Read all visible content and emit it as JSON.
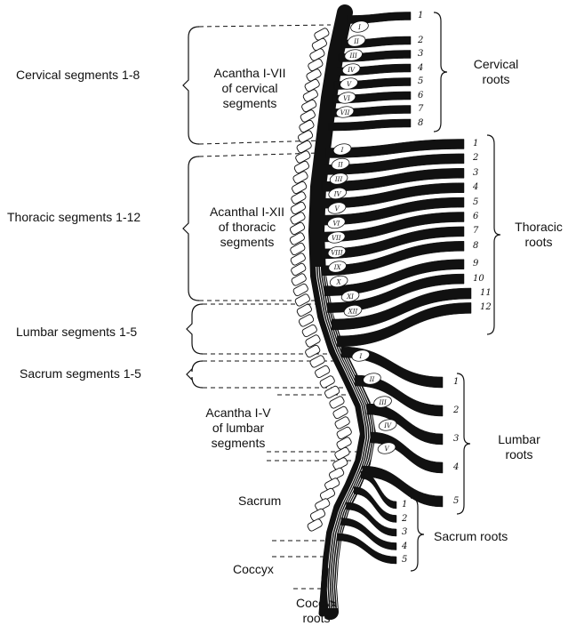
{
  "left_labels": {
    "cervical": "Cervical segments 1-8",
    "thoracic": "Thoracic segments 1-12",
    "lumbar": "Lumbar segments 1-5",
    "sacrum": "Sacrum segments 1-5"
  },
  "inner_labels": {
    "cervical_acantha": "Acantha I-VII\nof cervical\nsegments",
    "thoracic_acanthal": "Acanthal I-XII\nof thoracic\nsegments",
    "lumbar_acantha": "Acantha I-V\nof lumbar\nsegments",
    "sacrum": "Sacrum",
    "coccyx": "Coccyx",
    "coccyx_roots": "Coccyx\nroots"
  },
  "right_labels": {
    "cervical_roots": "Cervical\nroots",
    "thoracic_roots": "Thoracic\nroots",
    "lumbar_roots": "Lumbar\nroots",
    "sacrum_roots": "Sacrum roots"
  },
  "root_numbers": {
    "cervical": [
      "1",
      "2",
      "3",
      "4",
      "5",
      "6",
      "7",
      "8"
    ],
    "thoracic": [
      "1",
      "2",
      "3",
      "4",
      "5",
      "6",
      "7",
      "8",
      "9",
      "10",
      "11",
      "12"
    ],
    "lumbar": [
      "1",
      "2",
      "3",
      "4",
      "5"
    ],
    "sacrum": [
      "1",
      "2",
      "3",
      "4",
      "5"
    ]
  },
  "vertebra_numerals": {
    "cervical": [
      "I",
      "II",
      "III",
      "IV",
      "V",
      "VI",
      "VII"
    ],
    "thoracic": [
      "I",
      "II",
      "III",
      "IV",
      "V",
      "VI",
      "VII",
      "VIII",
      "IX",
      "X",
      "XI",
      "XII"
    ],
    "lumbar": [
      "I",
      "II",
      "III",
      "IV",
      "V"
    ]
  },
  "colors": {
    "ink": "#111111",
    "bone": "#ffffff"
  }
}
